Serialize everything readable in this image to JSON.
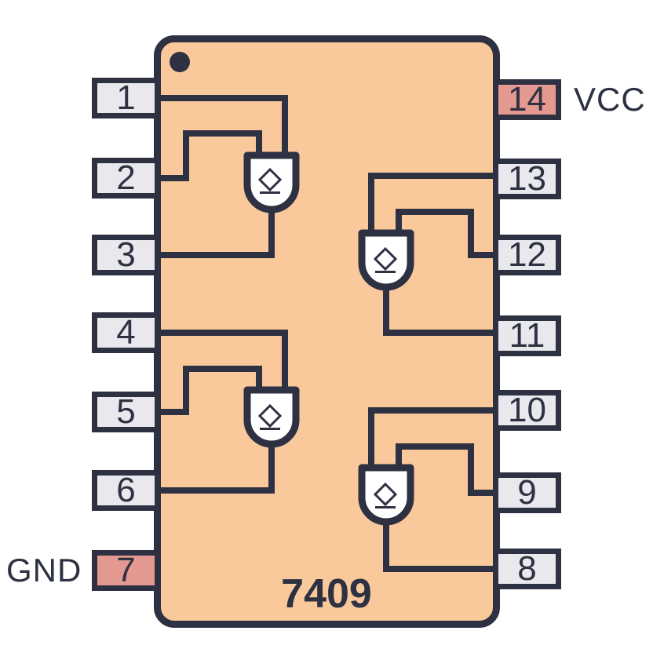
{
  "chip": {
    "label": "7409",
    "body_color": "#f9c99c",
    "outline_color": "#2d3142",
    "pin1_marker": "dot-icon"
  },
  "colors": {
    "background": "#ffffff",
    "pin_default_fill": "#e9e9ed",
    "pin_power_fill": "#e39890",
    "gate_fill": "#ffffff",
    "ink": "#2d3142"
  },
  "labels": {
    "vcc": "VCC",
    "gnd": "GND"
  },
  "pins": {
    "left": [
      {
        "number": "1",
        "type": "logic"
      },
      {
        "number": "2",
        "type": "logic"
      },
      {
        "number": "3",
        "type": "logic"
      },
      {
        "number": "4",
        "type": "logic"
      },
      {
        "number": "5",
        "type": "logic"
      },
      {
        "number": "6",
        "type": "logic"
      },
      {
        "number": "7",
        "type": "power",
        "label": "GND"
      }
    ],
    "right": [
      {
        "number": "14",
        "type": "power",
        "label": "VCC"
      },
      {
        "number": "13",
        "type": "logic"
      },
      {
        "number": "12",
        "type": "logic"
      },
      {
        "number": "11",
        "type": "logic"
      },
      {
        "number": "10",
        "type": "logic"
      },
      {
        "number": "9",
        "type": "logic"
      },
      {
        "number": "8",
        "type": "logic"
      }
    ]
  },
  "gates": [
    {
      "id": "gate-1",
      "symbol": "and-gate-open-collector",
      "inputs": [
        "1",
        "2"
      ],
      "output": "3"
    },
    {
      "id": "gate-2",
      "symbol": "and-gate-open-collector",
      "inputs": [
        "13",
        "12"
      ],
      "output": "11"
    },
    {
      "id": "gate-3",
      "symbol": "and-gate-open-collector",
      "inputs": [
        "4",
        "5"
      ],
      "output": "6"
    },
    {
      "id": "gate-4",
      "symbol": "and-gate-open-collector",
      "inputs": [
        "10",
        "9"
      ],
      "output": "8"
    }
  ]
}
